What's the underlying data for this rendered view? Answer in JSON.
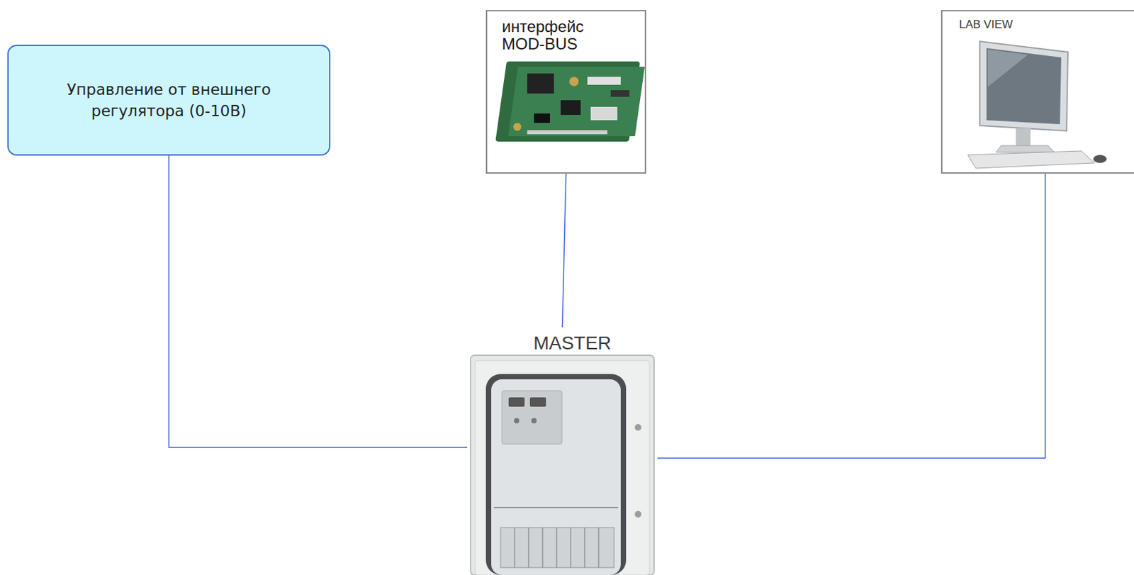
{
  "diagram": {
    "nodes": [
      {
        "text": [
          "Управление от внешнего регулятора (0-10В)"
        ]
      },
      {
        "text": [
          "интерфейс MOD-BUS"
        ]
      },
      {
        "text": [
          "LAB VIEW"
        ]
      },
      {
        "text": [
          "MASTER"
        ]
      }
    ],
    "edges": [
      {
        "from": 0,
        "to": 3,
        "arrow": "none"
      },
      {
        "from": 1,
        "to": 3,
        "arrow": "none"
      },
      {
        "from": 2,
        "to": 3,
        "arrow": "none"
      }
    ]
  }
}
